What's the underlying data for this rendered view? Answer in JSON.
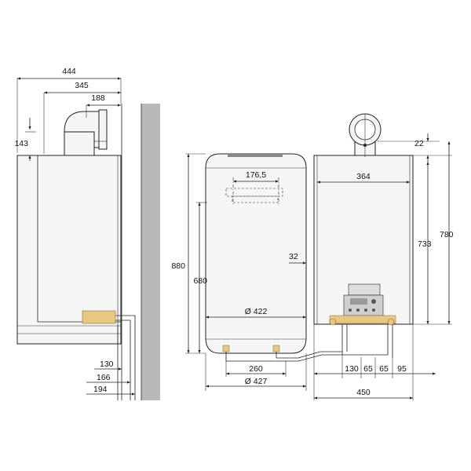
{
  "side_view": {
    "dims": {
      "total_depth": "444",
      "flue_to_back": "345",
      "flue_axis": "188",
      "top_offset": "143",
      "pipe_1": "130",
      "pipe_2": "166",
      "pipe_3": "194"
    }
  },
  "tank_view": {
    "dims": {
      "flue_spacing": "176,5",
      "total_height": "880",
      "body_height": "680",
      "diameter_inner": "Ø 422",
      "gap": "32",
      "pipe_spacing": "260",
      "diameter_outer": "Ø 427"
    }
  },
  "boiler_view": {
    "dims": {
      "flue_top": "22",
      "width_inner": "364",
      "height_body": "733",
      "height_total": "780",
      "conn_1": "130",
      "conn_2": "65",
      "conn_3": "65",
      "conn_4": "95",
      "total_width": "450"
    }
  },
  "colors": {
    "wall": "#b9b9b9",
    "line": "#222222",
    "body": "#f5f5f5"
  }
}
